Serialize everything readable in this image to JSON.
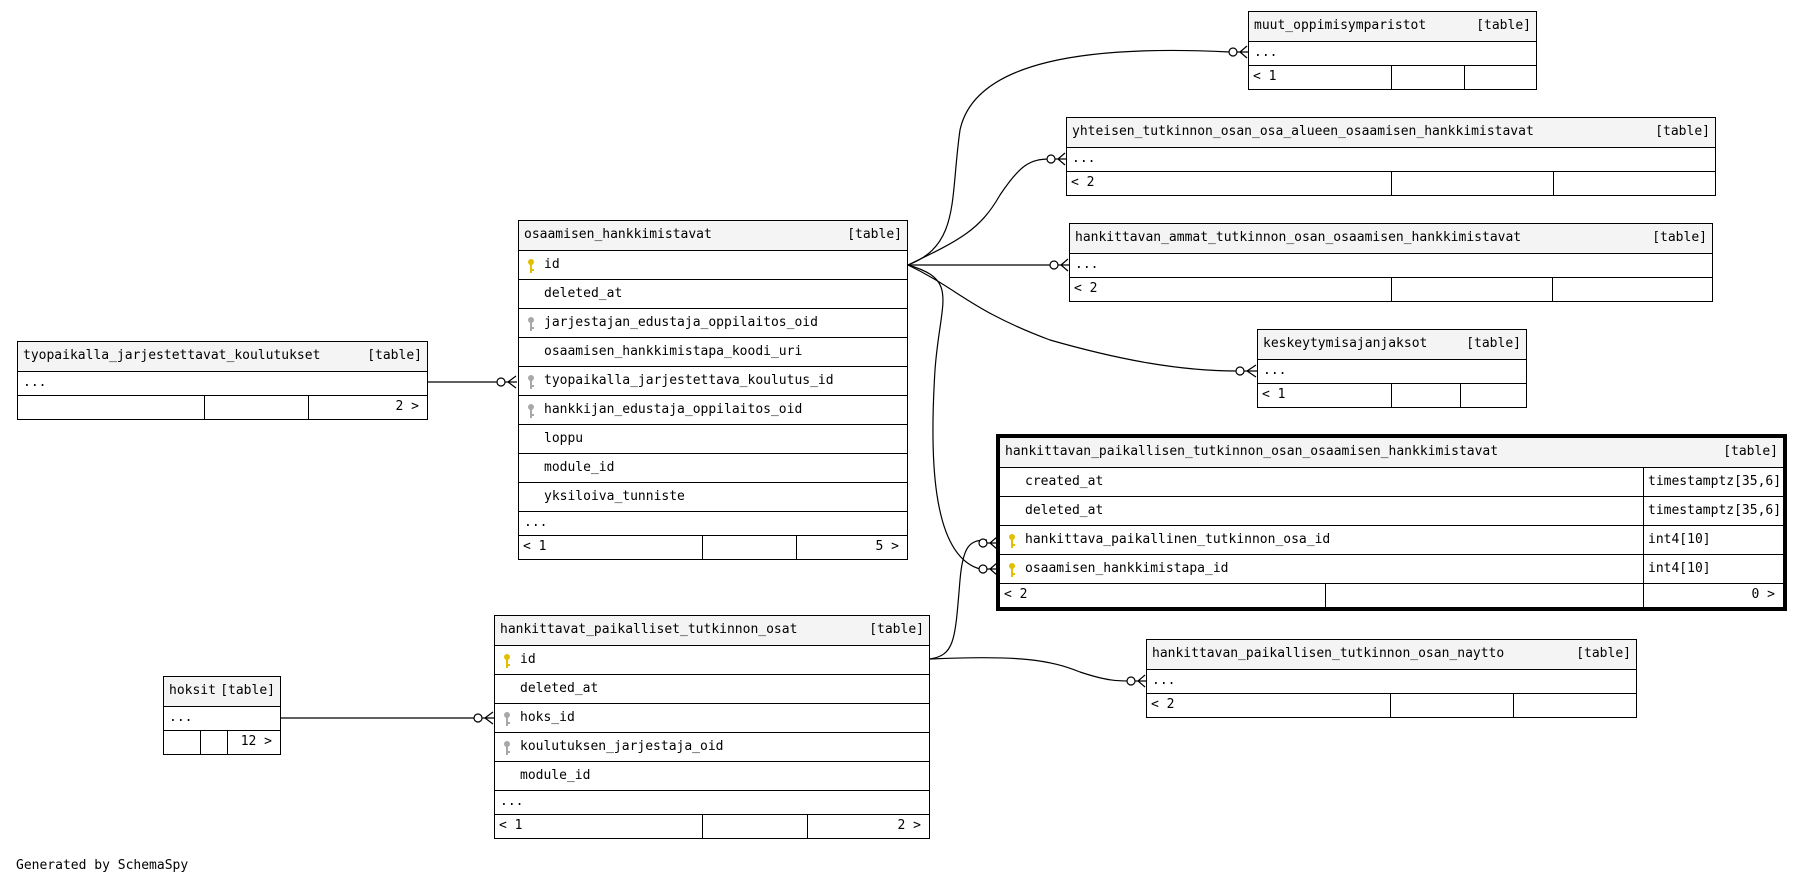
{
  "credit": "Generated by SchemaSpy",
  "colors": {
    "primary_key": "#e0c000",
    "foreign_key": "#a8a8a8",
    "header_bg": "#f4f4f4"
  },
  "tables": {
    "tyopaikalla": {
      "name": "tyopaikalla_jarjestettavat_koulutukset",
      "tag": "[table]",
      "ellipsis": "...",
      "footer_left": "",
      "footer_right": "2 >"
    },
    "osaamisen": {
      "name": "osaamisen_hankkimistavat",
      "tag": "[table]",
      "columns": [
        "id",
        "deleted_at",
        "jarjestajan_edustaja_oppilaitos_oid",
        "osaamisen_hankkimistapa_koodi_uri",
        "tyopaikalla_jarjestettava_koulutus_id",
        "hankkijan_edustaja_oppilaitos_oid",
        "loppu",
        "module_id",
        "yksiloiva_tunniste"
      ],
      "ellipsis": "...",
      "footer_left": "< 1",
      "footer_right": "5 >"
    },
    "muut": {
      "name": "muut_oppimisymparistot",
      "tag": "[table]",
      "ellipsis": "...",
      "footer_left": "< 1",
      "footer_right": ""
    },
    "yhteisen": {
      "name": "yhteisen_tutkinnon_osan_osa_alueen_osaamisen_hankkimistavat",
      "tag": "[table]",
      "ellipsis": "...",
      "footer_left": "< 2",
      "footer_right": ""
    },
    "ammat": {
      "name": "hankittavan_ammat_tutkinnon_osan_osaamisen_hankkimistavat",
      "tag": "[table]",
      "ellipsis": "...",
      "footer_left": "< 2",
      "footer_right": ""
    },
    "keskeytymis": {
      "name": "keskeytymisajanjaksot",
      "tag": "[table]",
      "ellipsis": "...",
      "footer_left": "< 1",
      "footer_right": ""
    },
    "focus": {
      "name": "hankittavan_paikallisen_tutkinnon_osan_osaamisen_hankkimistavat",
      "tag": "[table]",
      "columns": [
        {
          "name": "created_at",
          "type": "timestamptz[35,6]"
        },
        {
          "name": "deleted_at",
          "type": "timestamptz[35,6]"
        },
        {
          "name": "hankittava_paikallinen_tutkinnon_osa_id",
          "type": "int4[10]"
        },
        {
          "name": "osaamisen_hankkimistapa_id",
          "type": "int4[10]"
        }
      ],
      "footer_left": "< 2",
      "footer_right": "0 >"
    },
    "hpto": {
      "name": "hankittavat_paikalliset_tutkinnon_osat",
      "tag": "[table]",
      "columns": [
        "id",
        "deleted_at",
        "hoks_id",
        "koulutuksen_jarjestaja_oid",
        "module_id"
      ],
      "ellipsis": "...",
      "footer_left": "< 1",
      "footer_right": "2 >"
    },
    "hoksit": {
      "name": "hoksit",
      "tag": "[table]",
      "ellipsis": "...",
      "footer_left": "",
      "footer_right": "12 >"
    },
    "naytto": {
      "name": "hankittavan_paikallisen_tutkinnon_osan_naytto",
      "tag": "[table]",
      "ellipsis": "...",
      "footer_left": "< 2",
      "footer_right": ""
    }
  }
}
